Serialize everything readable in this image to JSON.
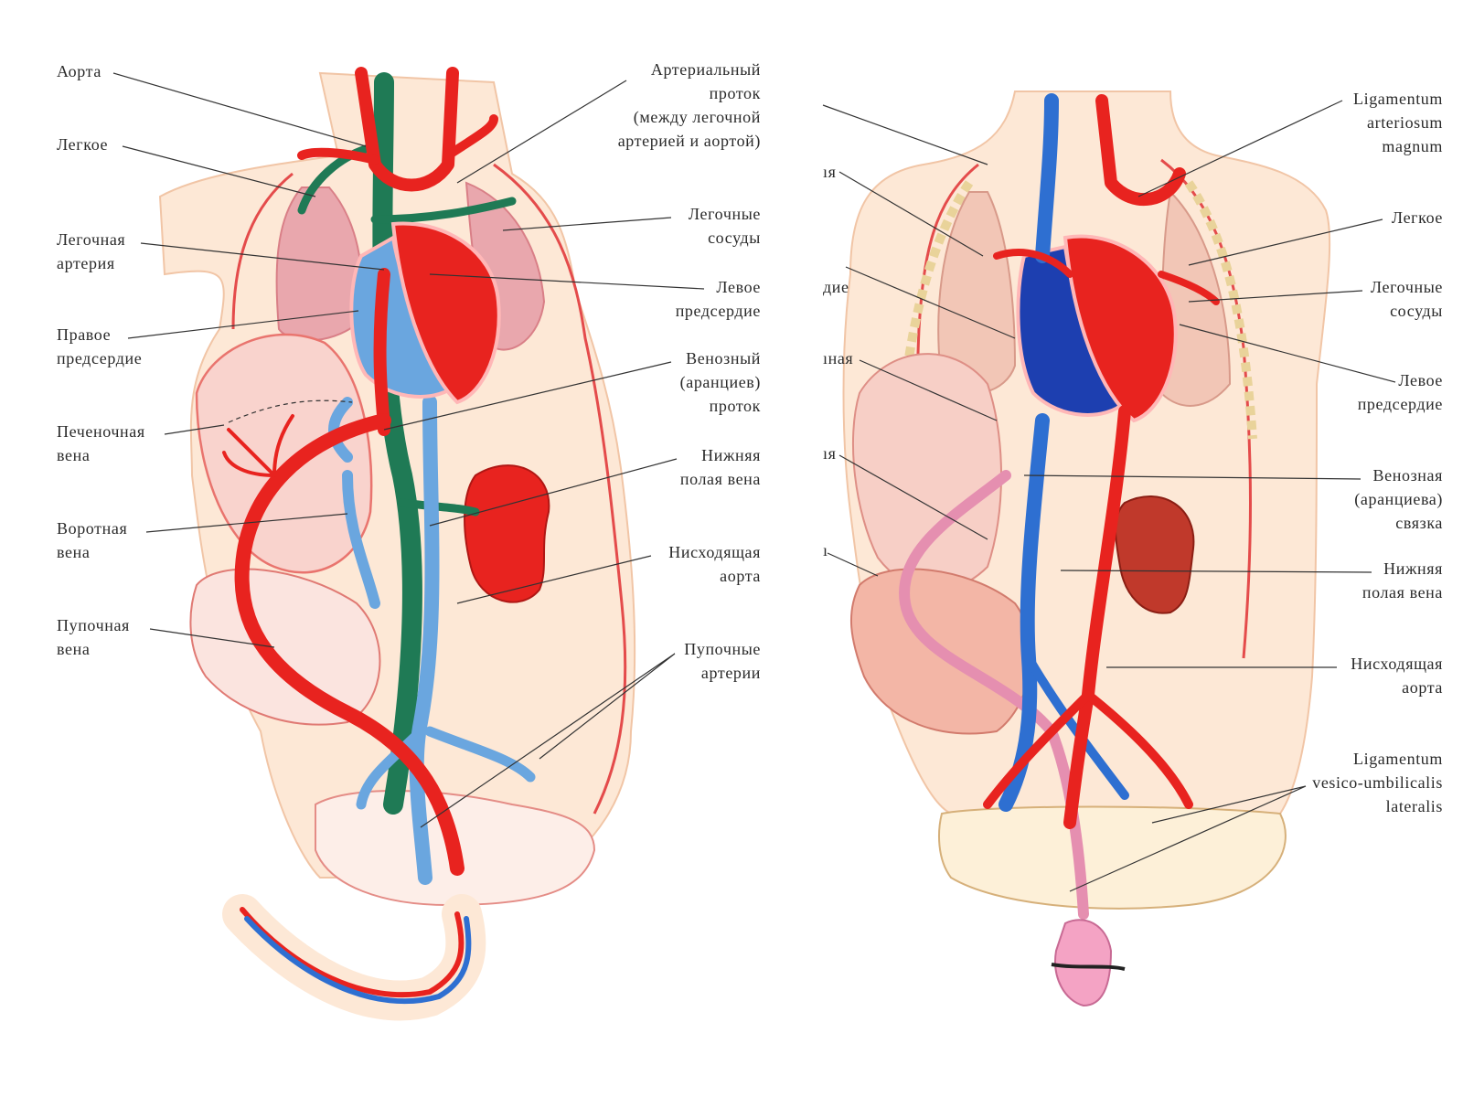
{
  "left_labels": {
    "aorta": "Аорта",
    "lung": "Легкое",
    "pulmonary_artery": [
      "Легочная",
      "артерия"
    ],
    "right_atrium": [
      "Правое",
      "предсердие"
    ],
    "hepatic_vein": [
      "Печеночная",
      "вена"
    ],
    "portal_vein": [
      "Воротная",
      "вена"
    ],
    "umbilical_vein": [
      "Пупочная",
      "вена"
    ],
    "ductus_arteriosus": [
      "Артериальный",
      "проток",
      "(между легочной",
      "артерией и аортой)"
    ],
    "pulmonary_vessels": [
      "Легочные",
      "сосуды"
    ],
    "left_atrium": [
      "Левое",
      "предсердие"
    ],
    "ductus_venosus": [
      "Венозный",
      "(аранциев)",
      "проток"
    ],
    "ivc": [
      "Нижняя",
      "полая вена"
    ],
    "descending_aorta": [
      "Нисходящая",
      "аорта"
    ],
    "umbilical_arteries": [
      "Пупочные",
      "артерии"
    ]
  },
  "right_labels": {
    "ligamentum_arteriosum": [
      "Ligamentum",
      "arteriosum",
      "magnum"
    ],
    "lung": "Легкое",
    "pulmonary_vessels": [
      "Легочные",
      "сосуды"
    ],
    "left_atrium": [
      "Левое",
      "предсердие"
    ],
    "ligamentum_venosum": [
      "Венозная",
      "(аранциева)",
      "связка"
    ],
    "ivc": [
      "Нижняя",
      "полая вена"
    ],
    "descending_aorta": [
      "Нисходящая",
      "аорта"
    ],
    "ligamentum_vesico": [
      "Ligamentum",
      "vesico-umbilicalis",
      "lateralis"
    ],
    "cut_1": "ıя",
    "cut_2": "дие",
    "cut_3": "ıная",
    "cut_4": "ıя",
    "cut_5": "ı"
  },
  "colors": {
    "artery": "#e8231f",
    "vein": "#2e6fd1",
    "vein_light": "#6aa6df",
    "lymph_green": "#1f7a55",
    "lung": "#e9a7ad",
    "skin": "#fde8d6",
    "outline": "#e44b4b"
  }
}
